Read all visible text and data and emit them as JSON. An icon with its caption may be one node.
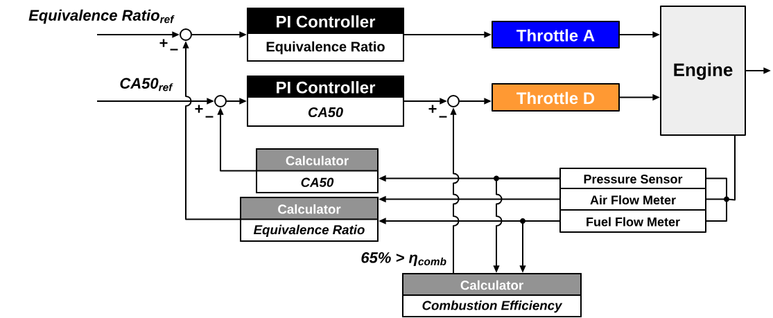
{
  "diagram": {
    "nodes": [
      {
        "text": [],
        "shape": "circle"
      },
      {
        "text": [
          "PI Controller",
          "Equivalence Ratio"
        ]
      },
      {
        "text": [],
        "shape": "circle"
      },
      {
        "text": [
          "PI Controller",
          "CA50"
        ]
      },
      {
        "text": [],
        "shape": "circle"
      },
      {
        "text": [
          "Throttle A"
        ]
      },
      {
        "text": [
          "Throttle D"
        ]
      },
      {
        "text": [
          "Engine"
        ]
      },
      {
        "text": [
          "Calculator",
          "CA50"
        ]
      },
      {
        "text": [
          "Calculator",
          "Equivalence Ratio"
        ]
      },
      {
        "text": [
          "Pressure Sensor"
        ]
      },
      {
        "text": [
          "Air Flow Meter"
        ]
      },
      {
        "text": [
          "Fuel Flow Meter"
        ]
      },
      {
        "text": [
          "Calculator",
          "Combustion Efficiency"
        ]
      }
    ],
    "edges": [
      {
        "from": null,
        "to": 0,
        "arrow": "to"
      },
      {
        "from": 0,
        "to": 1,
        "arrow": "to"
      },
      {
        "from": 1,
        "to": 5,
        "arrow": "to"
      },
      {
        "from": 5,
        "to": 7,
        "arrow": "to"
      },
      {
        "from": null,
        "to": 2,
        "arrow": "to"
      },
      {
        "from": 2,
        "to": 3,
        "arrow": "to"
      },
      {
        "from": 3,
        "to": 4,
        "arrow": "to"
      },
      {
        "from": 4,
        "to": 6,
        "arrow": "to"
      },
      {
        "from": 6,
        "to": 7,
        "arrow": "to"
      },
      {
        "from": 7,
        "to": null,
        "arrow": "to"
      },
      {
        "from": 9,
        "to": 0,
        "arrow": "to"
      },
      {
        "from": 8,
        "to": 2,
        "arrow": "to"
      },
      {
        "from": 13,
        "to": 4,
        "arrow": "to",
        "label": "65% > η$_{comb}$"
      },
      {
        "from": 10,
        "to": 8,
        "arrow": "to"
      },
      {
        "from": 11,
        "to": 9,
        "arrow": "to"
      },
      {
        "from": 12,
        "to": 9,
        "arrow": "to"
      },
      {
        "from": 10,
        "to": 13,
        "arrow": "to"
      },
      {
        "from": 12,
        "to": 13,
        "arrow": "to"
      },
      {
        "from": 7,
        "to": 10,
        "arrow": "none"
      },
      {
        "from": 7,
        "to": 11,
        "arrow": "none"
      },
      {
        "from": 7,
        "to": 12,
        "arrow": "none"
      }
    ],
    "labels": [
      "Equivalence Ratio$_{ref}$",
      "+",
      "–",
      "CA50$_{ref}$",
      "+",
      "–",
      "+",
      "–"
    ]
  }
}
